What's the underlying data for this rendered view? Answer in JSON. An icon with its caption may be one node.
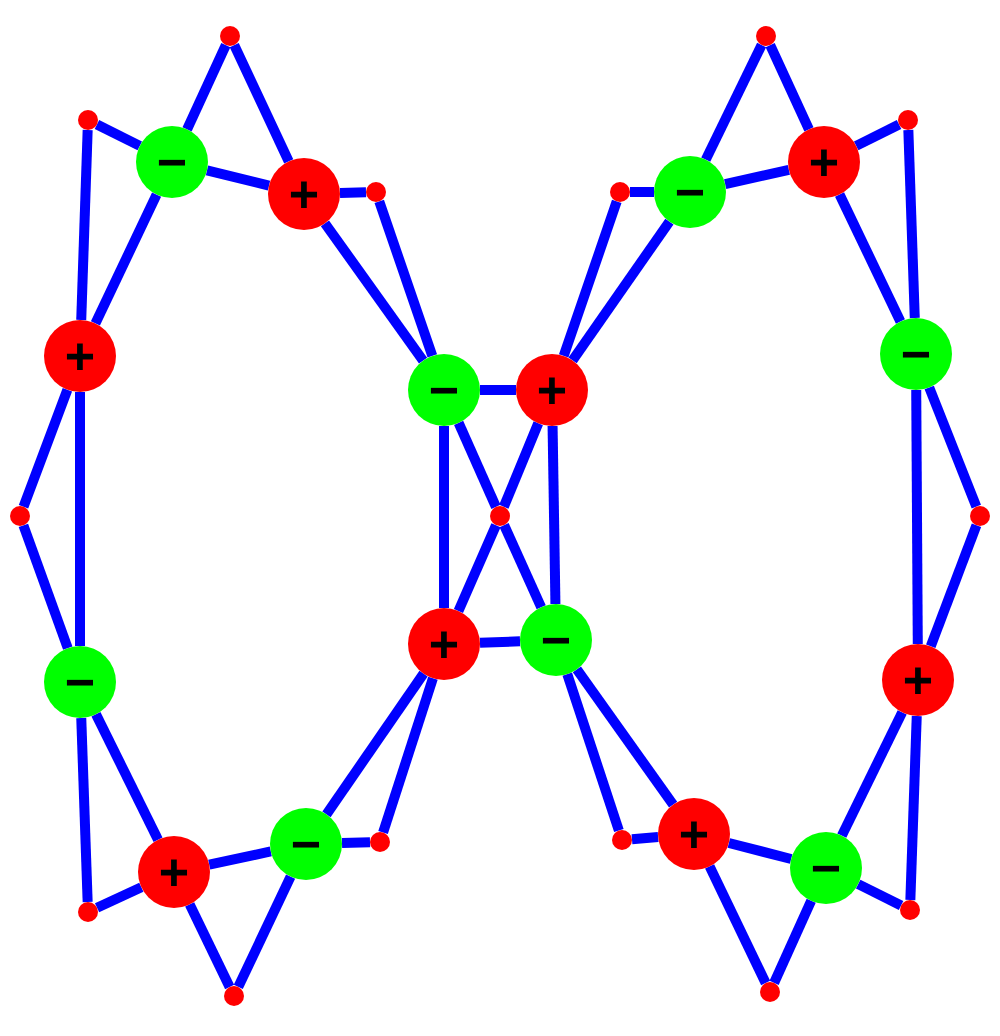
{
  "diagram": {
    "nodes": [
      {
        "text": [],
        "shape": "circle"
      },
      {
        "text": [],
        "shape": "circle"
      },
      {
        "text": [],
        "shape": "circle"
      },
      {
        "text": [],
        "shape": "circle"
      },
      {
        "text": [
          "−"
        ]
      },
      {
        "text": [
          "+"
        ]
      },
      {
        "text": [
          "+"
        ]
      },
      {
        "text": [],
        "shape": "circle"
      },
      {
        "text": [],
        "shape": "circle"
      },
      {
        "text": [
          "−"
        ]
      },
      {
        "text": [
          "−"
        ]
      },
      {
        "text": [
          "+"
        ]
      },
      {
        "text": [
          "−"
        ]
      },
      {
        "text": [
          "+"
        ]
      },
      {
        "text": [],
        "shape": "circle"
      },
      {
        "text": [],
        "shape": "circle"
      },
      {
        "text": [],
        "shape": "circle"
      },
      {
        "text": [
          "−"
        ]
      },
      {
        "text": [
          "+"
        ]
      },
      {
        "text": [
          "−"
        ]
      },
      {
        "text": [
          "+"
        ]
      },
      {
        "text": [
          "+"
        ]
      },
      {
        "text": [],
        "shape": "circle"
      },
      {
        "text": [],
        "shape": "circle"
      },
      {
        "text": [
          "−"
        ]
      },
      {
        "text": [
          "−"
        ]
      },
      {
        "text": [
          "+"
        ]
      },
      {
        "text": [],
        "shape": "circle"
      },
      {
        "text": [],
        "shape": "circle"
      },
      {
        "text": [],
        "shape": "circle"
      },
      {
        "text": [],
        "shape": "circle"
      }
    ],
    "edges": [
      {
        "from": 2,
        "to": 4,
        "arrow": "none"
      },
      {
        "from": 4,
        "to": 0,
        "arrow": "none"
      },
      {
        "from": 0,
        "to": 6,
        "arrow": "none"
      },
      {
        "from": 4,
        "to": 6,
        "arrow": "none"
      },
      {
        "from": 6,
        "to": 7,
        "arrow": "none"
      },
      {
        "from": 7,
        "to": 12,
        "arrow": "none"
      },
      {
        "from": 6,
        "to": 12,
        "arrow": "none"
      },
      {
        "from": 2,
        "to": 11,
        "arrow": "none"
      },
      {
        "from": 4,
        "to": 11,
        "arrow": "none"
      },
      {
        "from": 11,
        "to": 14,
        "arrow": "none"
      },
      {
        "from": 14,
        "to": 19,
        "arrow": "none"
      },
      {
        "from": 11,
        "to": 19,
        "arrow": "none"
      },
      {
        "from": 19,
        "to": 27,
        "arrow": "none"
      },
      {
        "from": 19,
        "to": 26,
        "arrow": "none"
      },
      {
        "from": 27,
        "to": 26,
        "arrow": "none"
      },
      {
        "from": 26,
        "to": 30,
        "arrow": "none"
      },
      {
        "from": 30,
        "to": 24,
        "arrow": "none"
      },
      {
        "from": 26,
        "to": 24,
        "arrow": "none"
      },
      {
        "from": 24,
        "to": 22,
        "arrow": "none"
      },
      {
        "from": 22,
        "to": 18,
        "arrow": "none"
      },
      {
        "from": 24,
        "to": 18,
        "arrow": "none"
      },
      {
        "from": 12,
        "to": 13,
        "arrow": "none"
      },
      {
        "from": 12,
        "to": 18,
        "arrow": "none"
      },
      {
        "from": 12,
        "to": 15,
        "arrow": "none"
      },
      {
        "from": 15,
        "to": 17,
        "arrow": "none"
      },
      {
        "from": 13,
        "to": 15,
        "arrow": "none"
      },
      {
        "from": 15,
        "to": 18,
        "arrow": "none"
      },
      {
        "from": 13,
        "to": 17,
        "arrow": "none"
      },
      {
        "from": 18,
        "to": 17,
        "arrow": "none"
      },
      {
        "from": 13,
        "to": 8,
        "arrow": "none"
      },
      {
        "from": 13,
        "to": 9,
        "arrow": "none"
      },
      {
        "from": 8,
        "to": 9,
        "arrow": "none"
      },
      {
        "from": 9,
        "to": 1,
        "arrow": "none"
      },
      {
        "from": 1,
        "to": 5,
        "arrow": "none"
      },
      {
        "from": 9,
        "to": 5,
        "arrow": "none"
      },
      {
        "from": 5,
        "to": 3,
        "arrow": "none"
      },
      {
        "from": 3,
        "to": 10,
        "arrow": "none"
      },
      {
        "from": 5,
        "to": 10,
        "arrow": "none"
      },
      {
        "from": 10,
        "to": 20,
        "arrow": "none"
      },
      {
        "from": 10,
        "to": 16,
        "arrow": "none"
      },
      {
        "from": 16,
        "to": 20,
        "arrow": "none"
      },
      {
        "from": 20,
        "to": 28,
        "arrow": "none"
      },
      {
        "from": 20,
        "to": 25,
        "arrow": "none"
      },
      {
        "from": 25,
        "to": 28,
        "arrow": "none"
      },
      {
        "from": 25,
        "to": 29,
        "arrow": "none"
      },
      {
        "from": 29,
        "to": 21,
        "arrow": "none"
      },
      {
        "from": 21,
        "to": 25,
        "arrow": "none"
      },
      {
        "from": 21,
        "to": 23,
        "arrow": "none"
      },
      {
        "from": 23,
        "to": 17,
        "arrow": "none"
      },
      {
        "from": 21,
        "to": 17,
        "arrow": "none"
      }
    ]
  }
}
